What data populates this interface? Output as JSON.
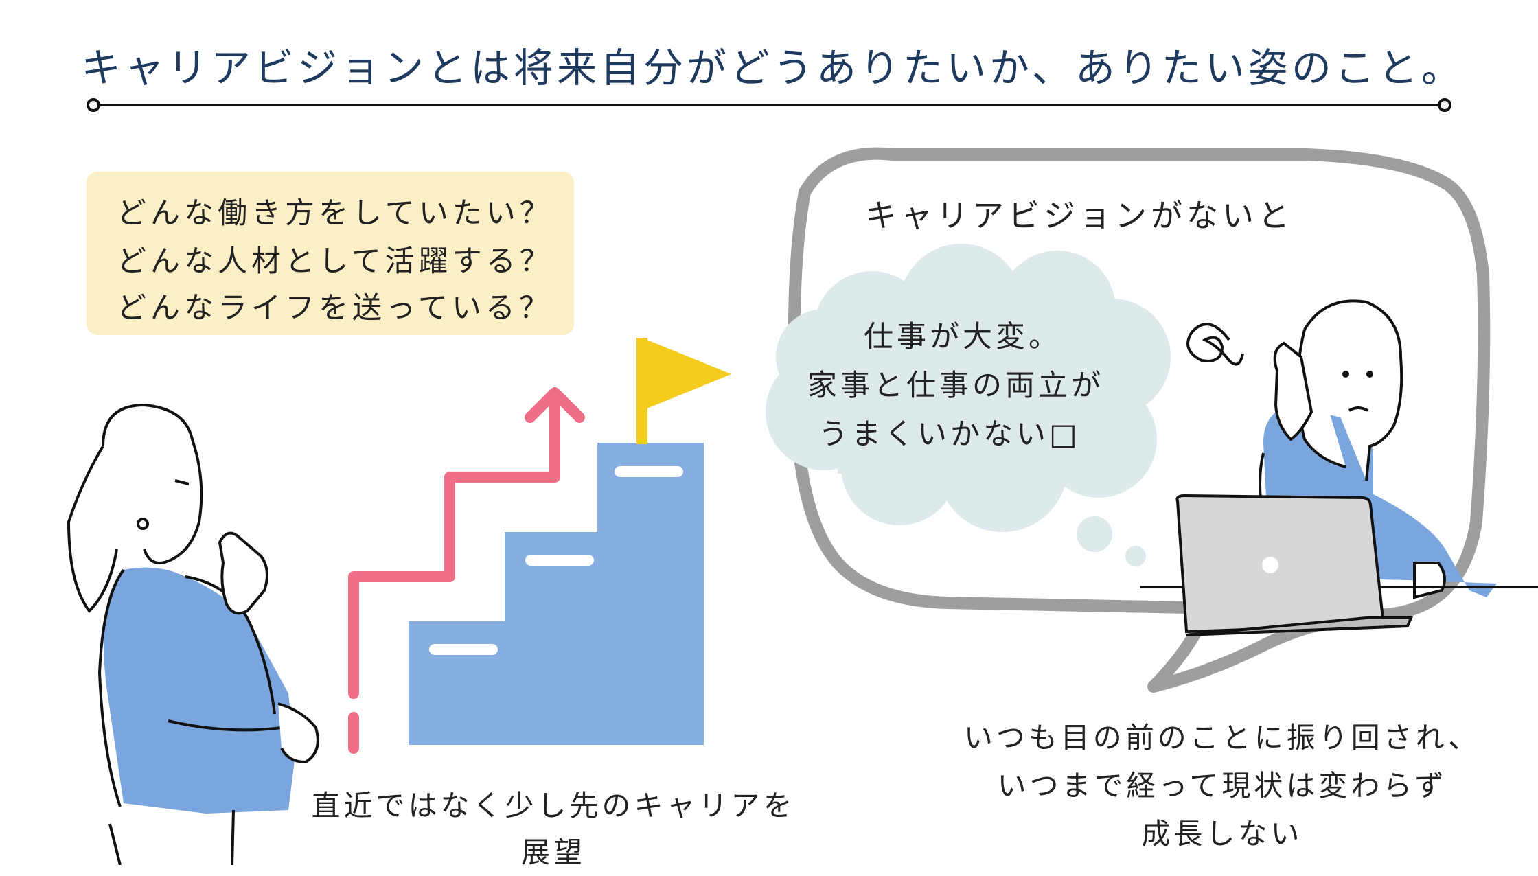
{
  "title": "キャリアビジョンとは将来自分がどうありたいか、ありたい姿のこと。",
  "questions": [
    "どんな働き方をしていたい？",
    "どんな人材として活躍する？",
    "どんなライフを送っている？"
  ],
  "left_caption": {
    "line1": "直近ではなく少し先のキャリアを",
    "line2": "展望"
  },
  "bubble_heading": "キャリアビジョンがないと",
  "thought": {
    "line1": "仕事が大変。",
    "line2": "家事と仕事の両立が",
    "line3": "うまくいかない□"
  },
  "right_caption": {
    "line1": "いつも目の前のことに振り回され、",
    "line2": "いつまで経って現状は変わらず",
    "line3": "成長しない"
  },
  "colors": {
    "title": "#1f3a5f",
    "question_box": "#fcefc6",
    "stairs": "#86aee0",
    "arrow": "#ef6f86",
    "flag": "#f3cc1c",
    "speech_bubble": "#9e9e9e",
    "thought_cloud": "#dde9ea",
    "sweater": "#7aa6dd",
    "laptop": "#d7d7d7"
  }
}
